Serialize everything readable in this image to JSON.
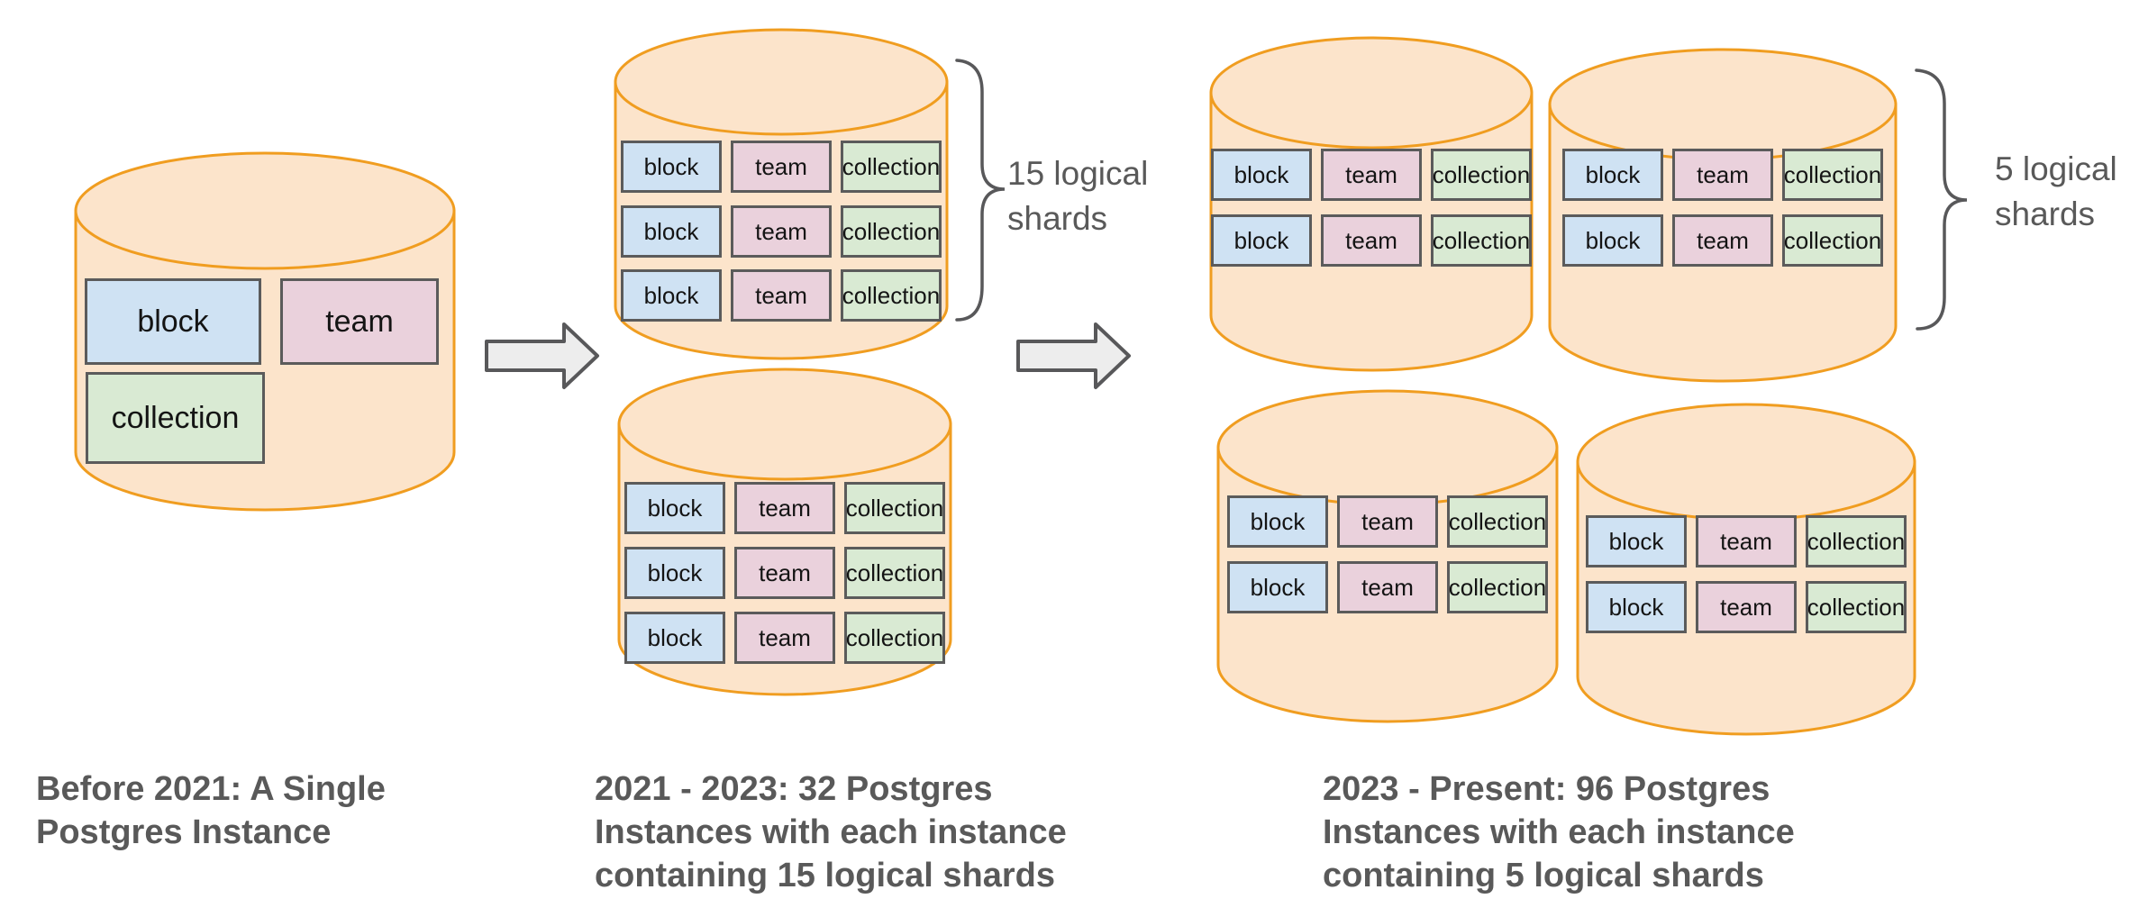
{
  "colors": {
    "cylinder_fill": "#FCE4CB",
    "cylinder_stroke": "#F09D20",
    "box_stroke": "#5B5B5B",
    "box_text": "#141414",
    "gray_text": "#595959",
    "arrow_fill": "#EDEDED",
    "arrow_stroke": "#58585A",
    "brace_stroke": "#58585A",
    "block_fill": "#CFE2F3",
    "team_fill": "#EAD1DC",
    "collection_fill": "#D9EAD3"
  },
  "tables": {
    "block": "block",
    "team": "team",
    "collection": "collection"
  },
  "stages": [
    {
      "caption": "Before 2021: A Single Postgres Instance",
      "cylinders": [
        {
          "rows": [
            [
              "block",
              "team"
            ],
            [
              "collection"
            ]
          ]
        }
      ]
    },
    {
      "caption": "2021 - 2023: 32 Postgres Instances with each instance containing 15 logical shards",
      "annotation": "15 logical shards",
      "cylinders": [
        {
          "rows": [
            [
              "block",
              "team",
              "collection"
            ],
            [
              "block",
              "team",
              "collection"
            ],
            [
              "block",
              "team",
              "collection"
            ]
          ]
        },
        {
          "rows": [
            [
              "block",
              "team",
              "collection"
            ],
            [
              "block",
              "team",
              "collection"
            ],
            [
              "block",
              "team",
              "collection"
            ]
          ]
        }
      ]
    },
    {
      "caption": "2023 - Present: 96 Postgres Instances with each instance containing 5 logical shards",
      "annotation": "5 logical shards",
      "cylinders": [
        {
          "rows": [
            [
              "block",
              "team",
              "collection"
            ],
            [
              "block",
              "team",
              "collection"
            ]
          ]
        },
        {
          "rows": [
            [
              "block",
              "team",
              "collection"
            ],
            [
              "block",
              "team",
              "collection"
            ]
          ]
        },
        {
          "rows": [
            [
              "block",
              "team",
              "collection"
            ],
            [
              "block",
              "team",
              "collection"
            ]
          ]
        },
        {
          "rows": [
            [
              "block",
              "team",
              "collection"
            ],
            [
              "block",
              "team",
              "collection"
            ]
          ]
        }
      ]
    }
  ]
}
